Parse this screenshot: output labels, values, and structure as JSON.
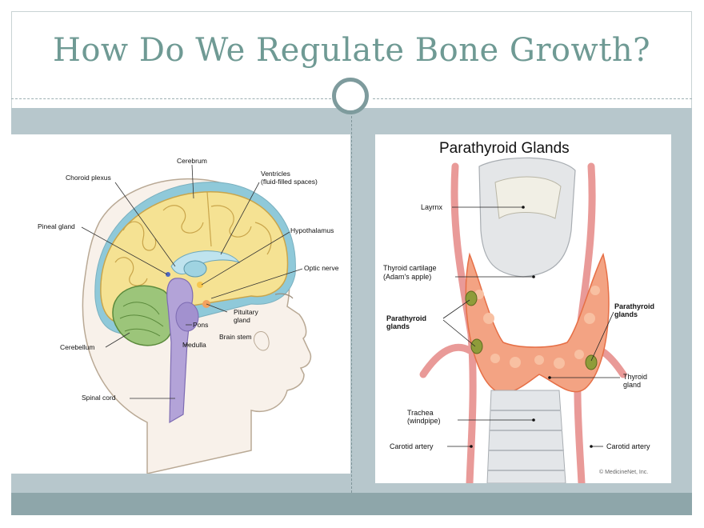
{
  "slide": {
    "title": "How Do We Regulate Bone Growth?"
  },
  "brain_figure": {
    "labels": {
      "cerebrum": "Cerebrum",
      "choroid_plexus": "Choroid plexus",
      "ventricles_line1": "Ventricles",
      "ventricles_line2": "(fluid-filled spaces)",
      "pineal_gland": "Pineal gland",
      "hypothalamus": "Hypothalamus",
      "optic_nerve": "Optic nerve",
      "pituitary_line1": "Pituitary",
      "pituitary_line2": "gland",
      "pons": "Pons",
      "brain_stem": "Brain stem",
      "medulla": "Medulla",
      "cerebellum": "Cerebellum",
      "spinal_cord": "Spinal cord"
    }
  },
  "thyroid_figure": {
    "title": "Parathyroid Glands",
    "labels": {
      "larynx": "Layrnx",
      "thyroid_cartilage_line1": "Thyroid cartilage",
      "thyroid_cartilage_line2": "(Adam's apple)",
      "parathyroid_left_line1": "Parathyroid",
      "parathyroid_left_line2": "glands",
      "parathyroid_right_line1": "Parathyroid",
      "parathyroid_right_line2": "glands",
      "thyroid_gland_line1": "Thyroid",
      "thyroid_gland_line2": "gland",
      "trachea_line1": "Trachea",
      "trachea_line2": "(windpipe)",
      "carotid_left": "Carotid artery",
      "carotid_right": "Carotid artery",
      "copyright": "© MedicineNet, Inc."
    }
  },
  "colors": {
    "title": "#6f9a94",
    "band": "#b7c7cc",
    "accent_ring": "#7e9b9d"
  }
}
